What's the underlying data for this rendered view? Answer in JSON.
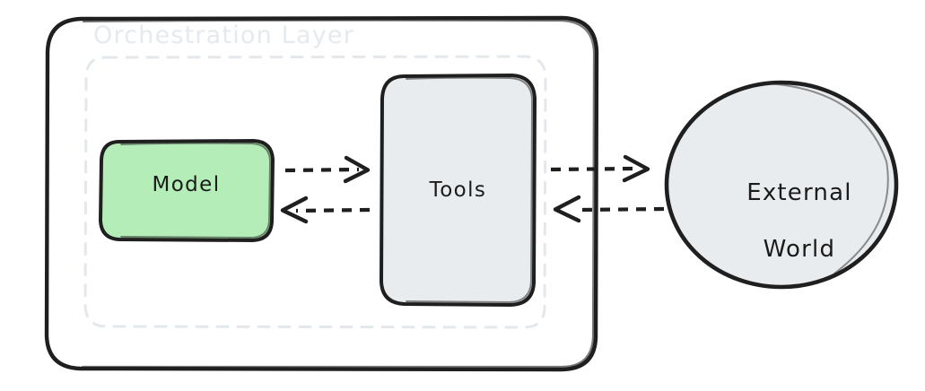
{
  "diagram": {
    "type": "architecture-block-diagram",
    "style": "hand-drawn-sketch",
    "background_color": "#ffffff",
    "outer_container": {
      "label": "Orchestration Layer",
      "label_color": "#e5eaee",
      "border_color": "#1f1f1f",
      "fill_color": "#ffffff"
    },
    "inner_region": {
      "name": "orchestration-inner-dashed-region",
      "border_color": "#e3e8ec",
      "border_style": "dashed"
    },
    "nodes": [
      {
        "id": "model",
        "label": "Model",
        "shape": "rounded-rect",
        "fill_color": "#b5edb8",
        "border_color": "#1f1f1f",
        "text_color": "#1b1b1b"
      },
      {
        "id": "tools",
        "label": "Tools",
        "shape": "rounded-rect",
        "fill_color": "#e8ecef",
        "border_color": "#1f1f1f",
        "text_color": "#1b1b1b"
      },
      {
        "id": "external-world",
        "label": "External\nWorld",
        "label_line1": "External",
        "label_line2": "World",
        "shape": "circle",
        "fill_color": "#e8ecef",
        "border_color": "#1f1f1f",
        "text_color": "#1b1b1b"
      }
    ],
    "edges": [
      {
        "id": "model-to-tools",
        "from": "model",
        "to": "tools",
        "direction": "right",
        "style": "dashed",
        "arrowhead": "open-v",
        "color": "#1f1f1f",
        "label": ""
      },
      {
        "id": "tools-to-model",
        "from": "tools",
        "to": "model",
        "direction": "left",
        "style": "dashed",
        "arrowhead": "open-v",
        "color": "#1f1f1f",
        "label": ""
      },
      {
        "id": "tools-to-external-world",
        "from": "tools",
        "to": "external-world",
        "direction": "right",
        "style": "dashed",
        "arrowhead": "open-v",
        "color": "#1f1f1f",
        "label": ""
      },
      {
        "id": "external-world-to-tools",
        "from": "external-world",
        "to": "tools",
        "direction": "left",
        "style": "dashed",
        "arrowhead": "open-v",
        "color": "#1f1f1f",
        "label": ""
      }
    ]
  }
}
